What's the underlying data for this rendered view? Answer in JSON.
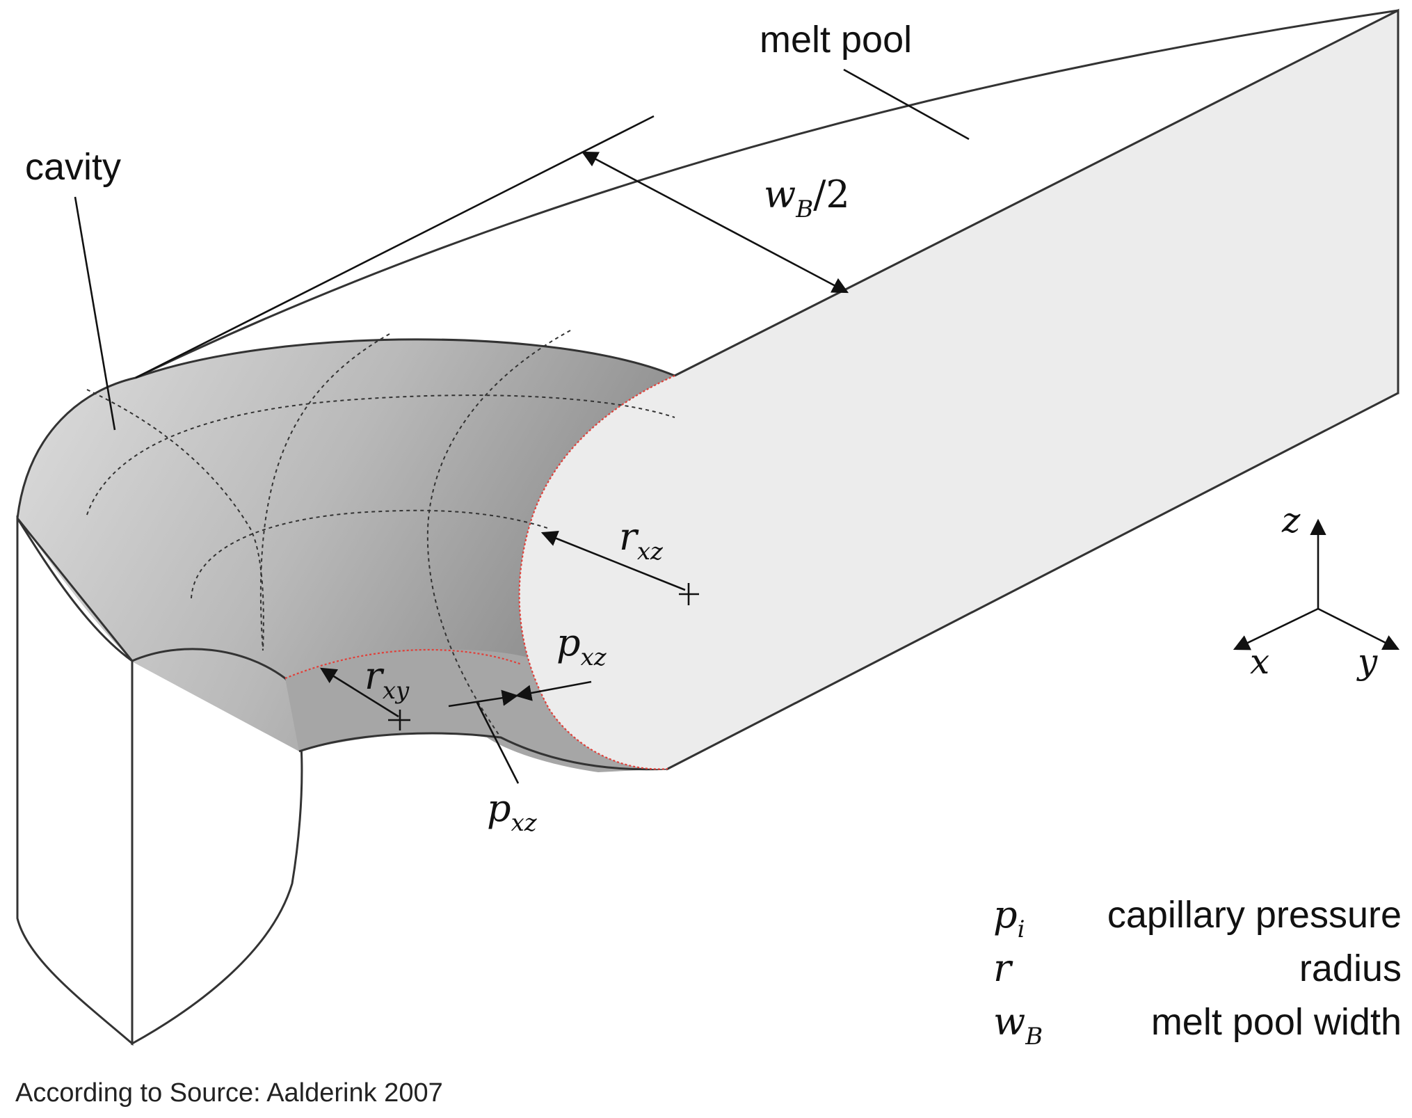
{
  "labels": {
    "cavity": "cavity",
    "melt_pool": "melt pool",
    "width_half": {
      "main": "w",
      "sub": "B",
      "suffix": "/2"
    },
    "r_xz": {
      "main": "r",
      "sub": "xz"
    },
    "r_xy": {
      "main": "r",
      "sub": "xy"
    },
    "p_xz_upper": {
      "main": "p",
      "sub": "xz"
    },
    "p_xz_lower": {
      "main": "p",
      "sub": "xz"
    }
  },
  "axes": {
    "z": "z",
    "x": "x",
    "y": "y"
  },
  "legend": [
    {
      "symbol": "p",
      "sub": "i",
      "text": "capillary pressure"
    },
    {
      "symbol": "r",
      "sub": "",
      "text": "radius"
    },
    {
      "symbol": "w",
      "sub": "B",
      "text": "melt pool width"
    }
  ],
  "source": "According to Source: Aalderink 2007",
  "colors": {
    "cavity_gray": "#b4b4b4",
    "top_face": "#c9c9c9",
    "side_face": "#ebebeb",
    "outline": "#333333",
    "red_contour": "#e0403a"
  }
}
